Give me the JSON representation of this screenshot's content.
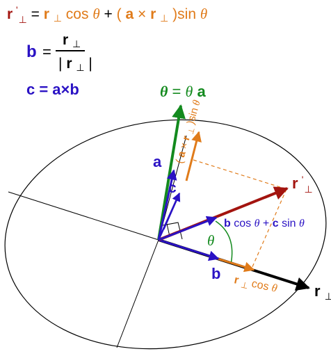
{
  "colors": {
    "rperp_prime": "#a3140f",
    "orange": "#e07b1a",
    "blue": "#2a12c4",
    "green": "#138a1e",
    "black": "#000000"
  },
  "eq1": {
    "lhs_r": "r",
    "lhs_sup": "'",
    "lhs_sub": "⊥",
    "eq": "= ",
    "t1_r": "r",
    "t1_sub": "⊥",
    "t1_cos": " cos",
    "theta": "θ",
    "plus": " + ",
    "t2_open": "(",
    "t2_a": "a",
    "t2_x": "×",
    "t2_r": "r",
    "t2_sub": "⊥",
    "t2_close": ")sin",
    "t2_theta": "θ"
  },
  "eq2": {
    "lhs": "b",
    "eq": "=",
    "num_r": "r",
    "num_sub": "⊥",
    "den_bar_l": "|",
    "den_r": "r",
    "den_sub": "⊥",
    "den_bar_r": "|"
  },
  "eq3": {
    "text": "c = a×b"
  },
  "labels": {
    "theta_vec_theta": "θ",
    "theta_vec_eq": " = ",
    "theta_vec_theta2": "θ",
    "theta_vec_a": "a",
    "a": "a",
    "c": "c",
    "b": "b",
    "rperp_r": "r",
    "rperp_sub": "⊥",
    "rprime_r": "r",
    "rprime_sup": "'",
    "rprime_sub": "⊥",
    "angle_theta": "θ",
    "combo_b": "b",
    "combo_cos": "cos",
    "combo_theta1": "θ",
    "combo_plus": " + ",
    "combo_c": "c",
    "combo_sin": "sin",
    "combo_theta2": "θ",
    "rcos_r": "r",
    "rcos_sub": "⊥",
    "rcos_cos": " cos",
    "rcos_theta": "θ",
    "axr_open": "(",
    "axr_a": "a",
    "axr_x": "×",
    "axr_r": "r",
    "axr_sub": "⊥",
    "axr_close": ")sin",
    "axr_theta": "θ"
  }
}
